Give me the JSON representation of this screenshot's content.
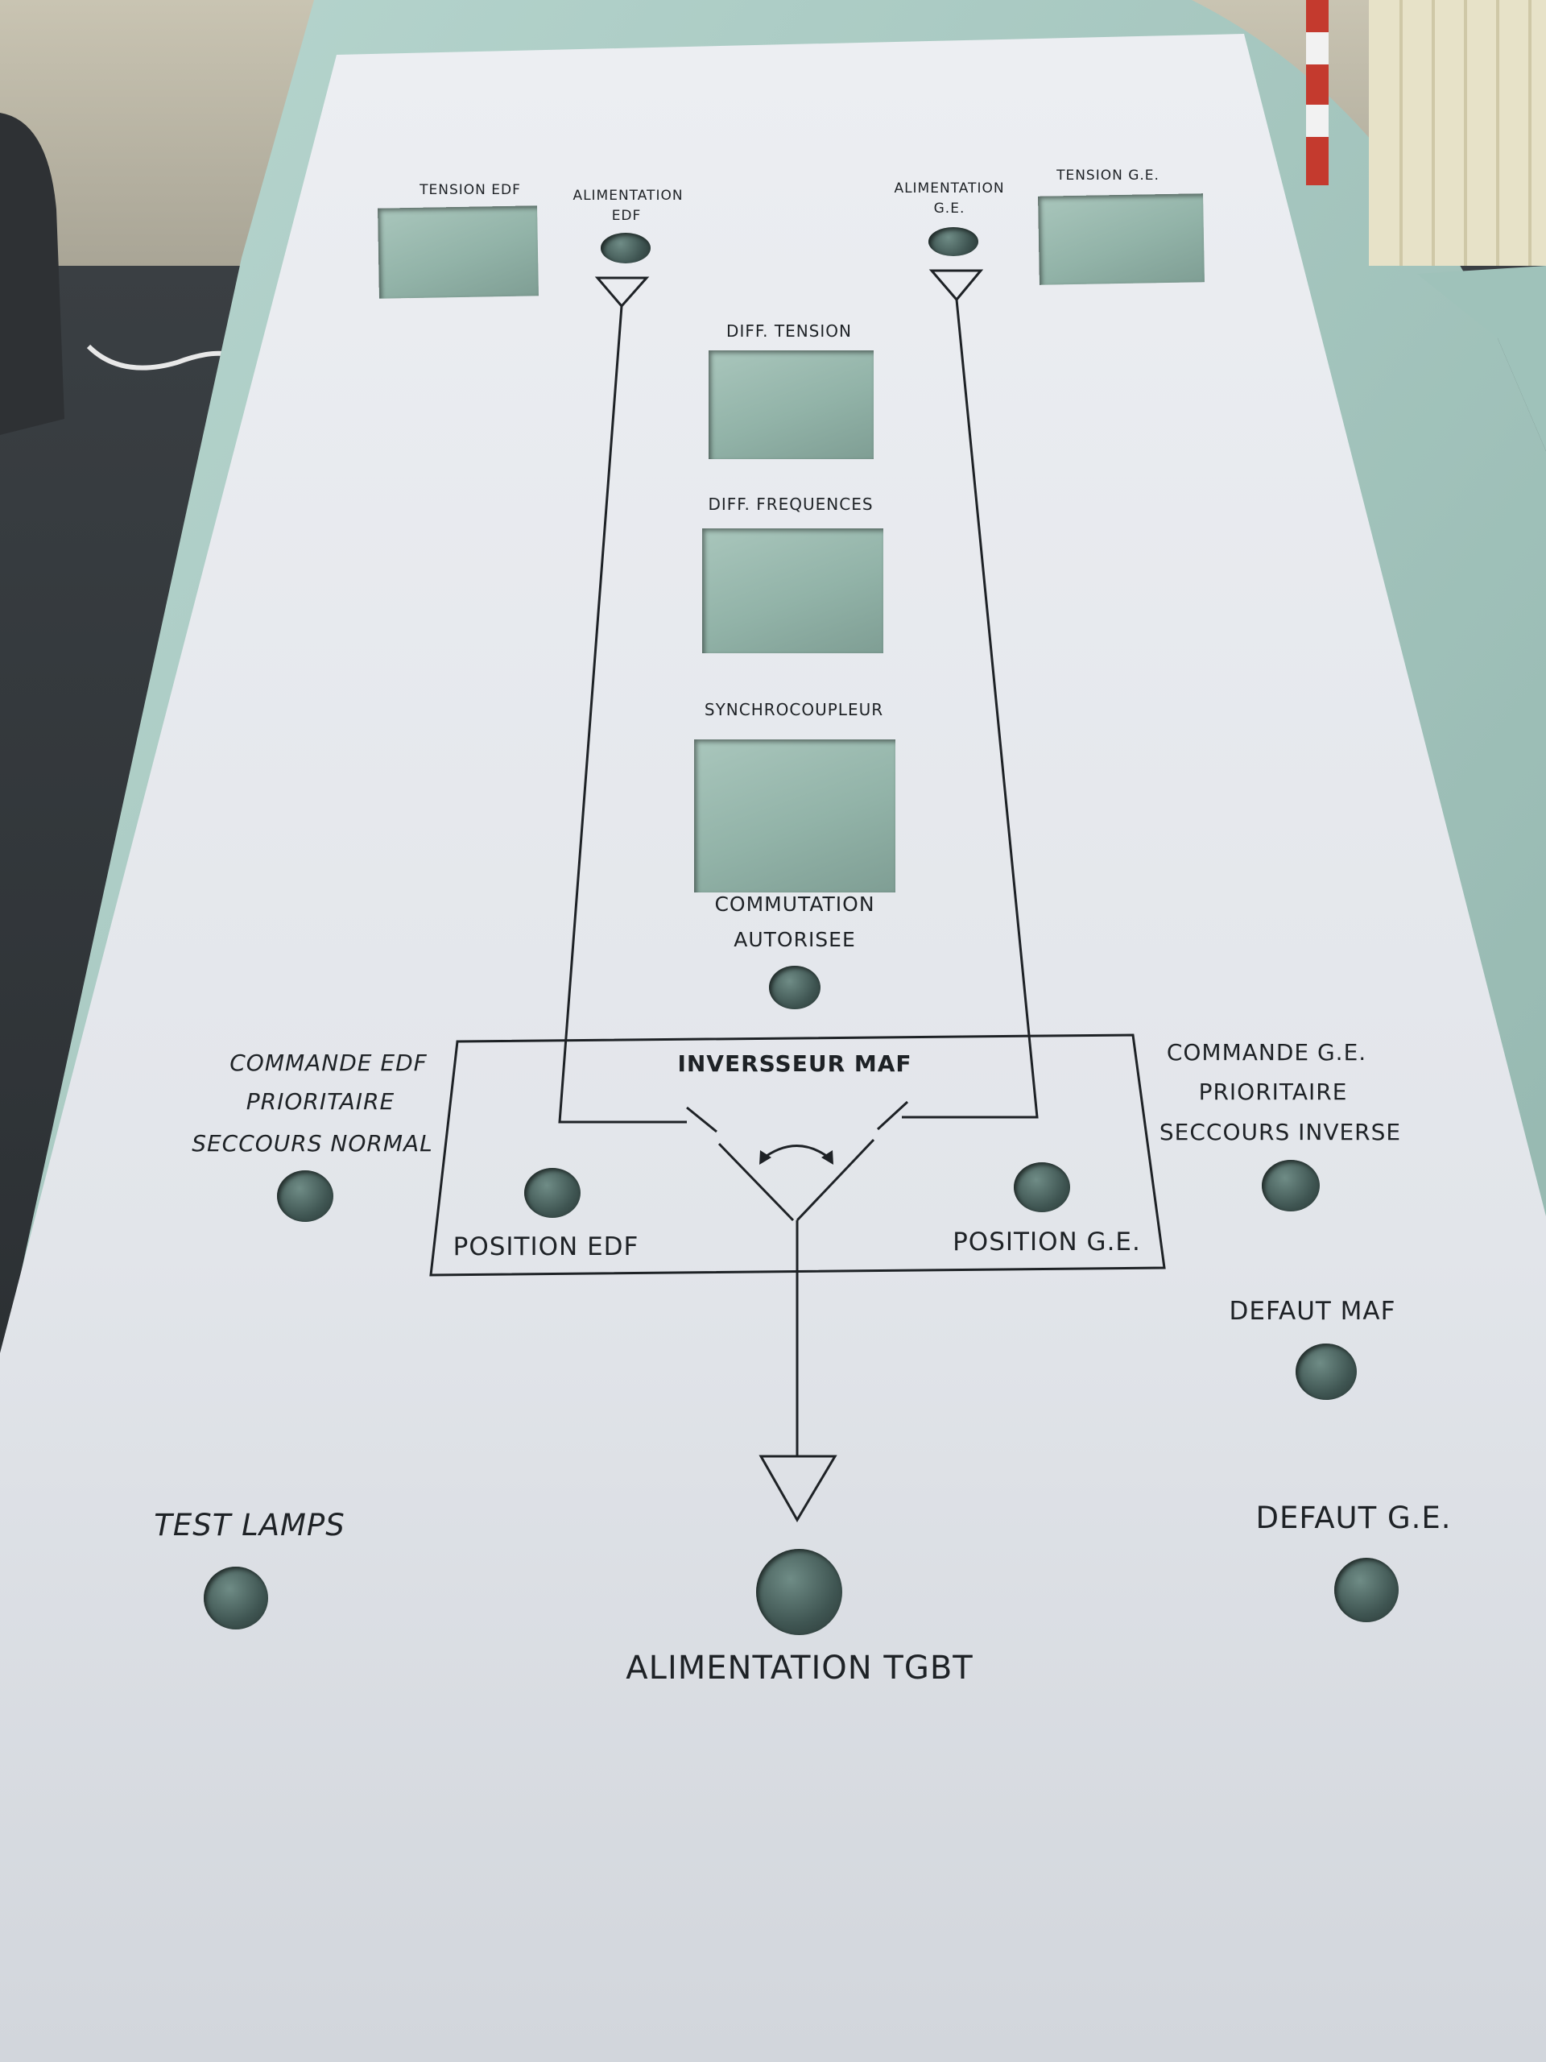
{
  "panel": {
    "colors": {
      "panel": "#e6e8ec",
      "engraving": "#1e2226",
      "glass_table": "#a8cbc3"
    },
    "labels": {
      "tension_edf": "TENSION EDF",
      "alimentation_edf_line1": "ALIMENTATION",
      "alimentation_edf_line2": "EDF",
      "alimentation_ge_line1": "ALIMENTATION",
      "alimentation_ge_line2": "G.E.",
      "tension_ge": "TENSION G.E.",
      "diff_tension": "DIFF.  TENSION",
      "diff_frequences": "DIFF.  FREQUENCES",
      "synchrocoupleur": "SYNCHROCOUPLEUR",
      "commutation_line1": "COMMUTATION",
      "commutation_line2": "AUTORISEE",
      "inversseur_maf": "INVERSSEUR MAF",
      "commande_edf_line1": "COMMANDE EDF",
      "commande_edf_line2": "PRIORITAIRE",
      "commande_edf_line3": "SECCOURS NORMAL",
      "commande_ge_line1": "COMMANDE G.E.",
      "commande_ge_line2": "PRIORITAIRE",
      "commande_ge_line3": "SECCOURS INVERSE",
      "position_edf": "POSITION EDF",
      "position_ge": "POSITION G.E.",
      "defaut_maf": "DEFAUT  MAF",
      "test_lamps": "TEST  LAMPS",
      "defaut_ge": "DEFAUT  G.E.",
      "alimentation_tgbt": "ALIMENTATION  TGBT"
    }
  }
}
